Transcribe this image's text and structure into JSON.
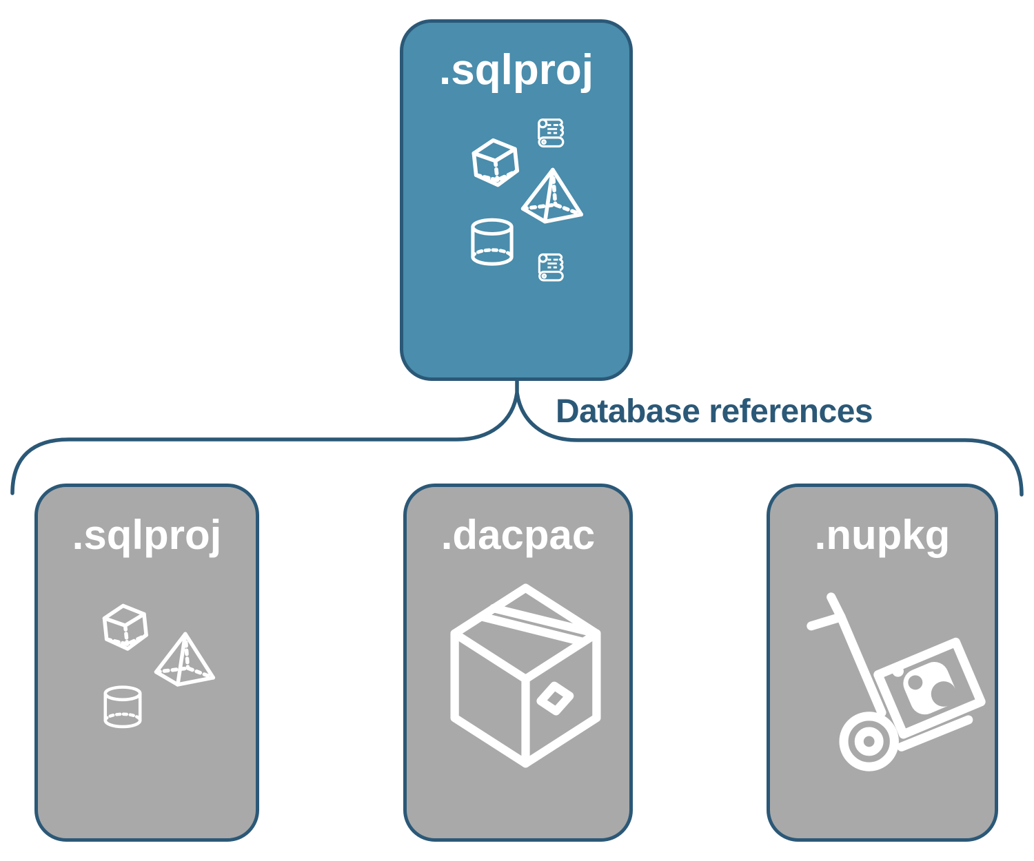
{
  "diagram": {
    "title_hint": "SQL project database references diagram",
    "root_node": {
      "label": ".sqlproj",
      "icons": [
        "cube-icon",
        "scroll-icon",
        "pyramid-icon",
        "cylinder-icon",
        "scroll-icon"
      ]
    },
    "connector": {
      "label": "Database references"
    },
    "child_nodes": [
      {
        "label": ".sqlproj",
        "icons": [
          "cube-icon",
          "pyramid-icon",
          "cylinder-icon"
        ]
      },
      {
        "label": ".dacpac",
        "icons": [
          "package-box-icon"
        ]
      },
      {
        "label": ".nupkg",
        "icons": [
          "nuget-hand-truck-icon"
        ]
      }
    ],
    "colors": {
      "root_fill": "#4a8dac",
      "child_fill": "#a9a9a9",
      "outline": "#2b5877",
      "icon_and_label": "#ffffff",
      "background": "#ffffff"
    }
  }
}
